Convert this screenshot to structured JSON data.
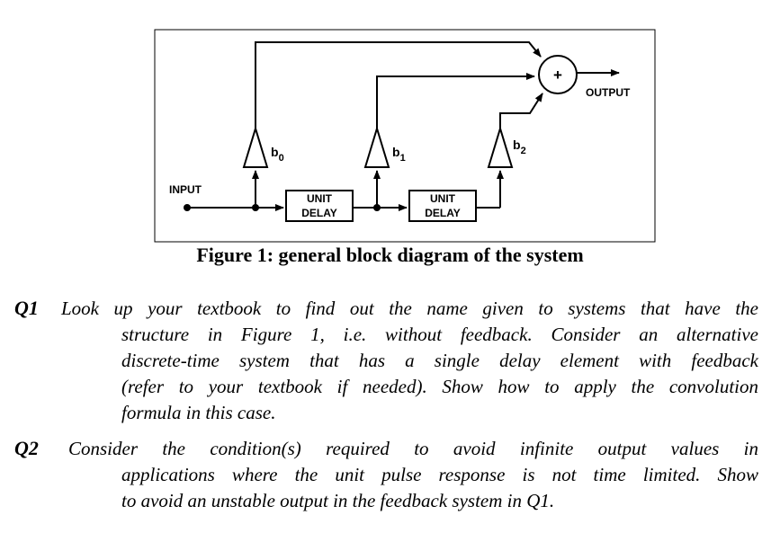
{
  "figure": {
    "labels": {
      "input": "INPUT",
      "output": "OUTPUT",
      "sum": "+",
      "delay1_line1": "UNIT",
      "delay1_line2": "DELAY",
      "delay2_line1": "UNIT",
      "delay2_line2": "DELAY"
    },
    "gains": [
      {
        "base": "b",
        "sub": "0"
      },
      {
        "base": "b",
        "sub": "1"
      },
      {
        "base": "b",
        "sub": "2"
      }
    ],
    "caption": "Figure 1: general block diagram of the system"
  },
  "questions": [
    {
      "number": "Q1",
      "lines": [
        "Look up your textbook to find out the name given to systems that have the",
        "structure in Figure 1, i.e. without feedback.  Consider an alternative",
        "discrete-time system that has a single delay element with feedback",
        "(refer to your textbook if needed). Show how to apply the convolution",
        "formula in this case."
      ]
    },
    {
      "number": "Q2",
      "lines": [
        "Consider the condition(s) required to avoid infinite output values in",
        "applications where the unit pulse response is not time limited.  Show",
        "to avoid an unstable output in the feedback system in Q1."
      ]
    }
  ]
}
